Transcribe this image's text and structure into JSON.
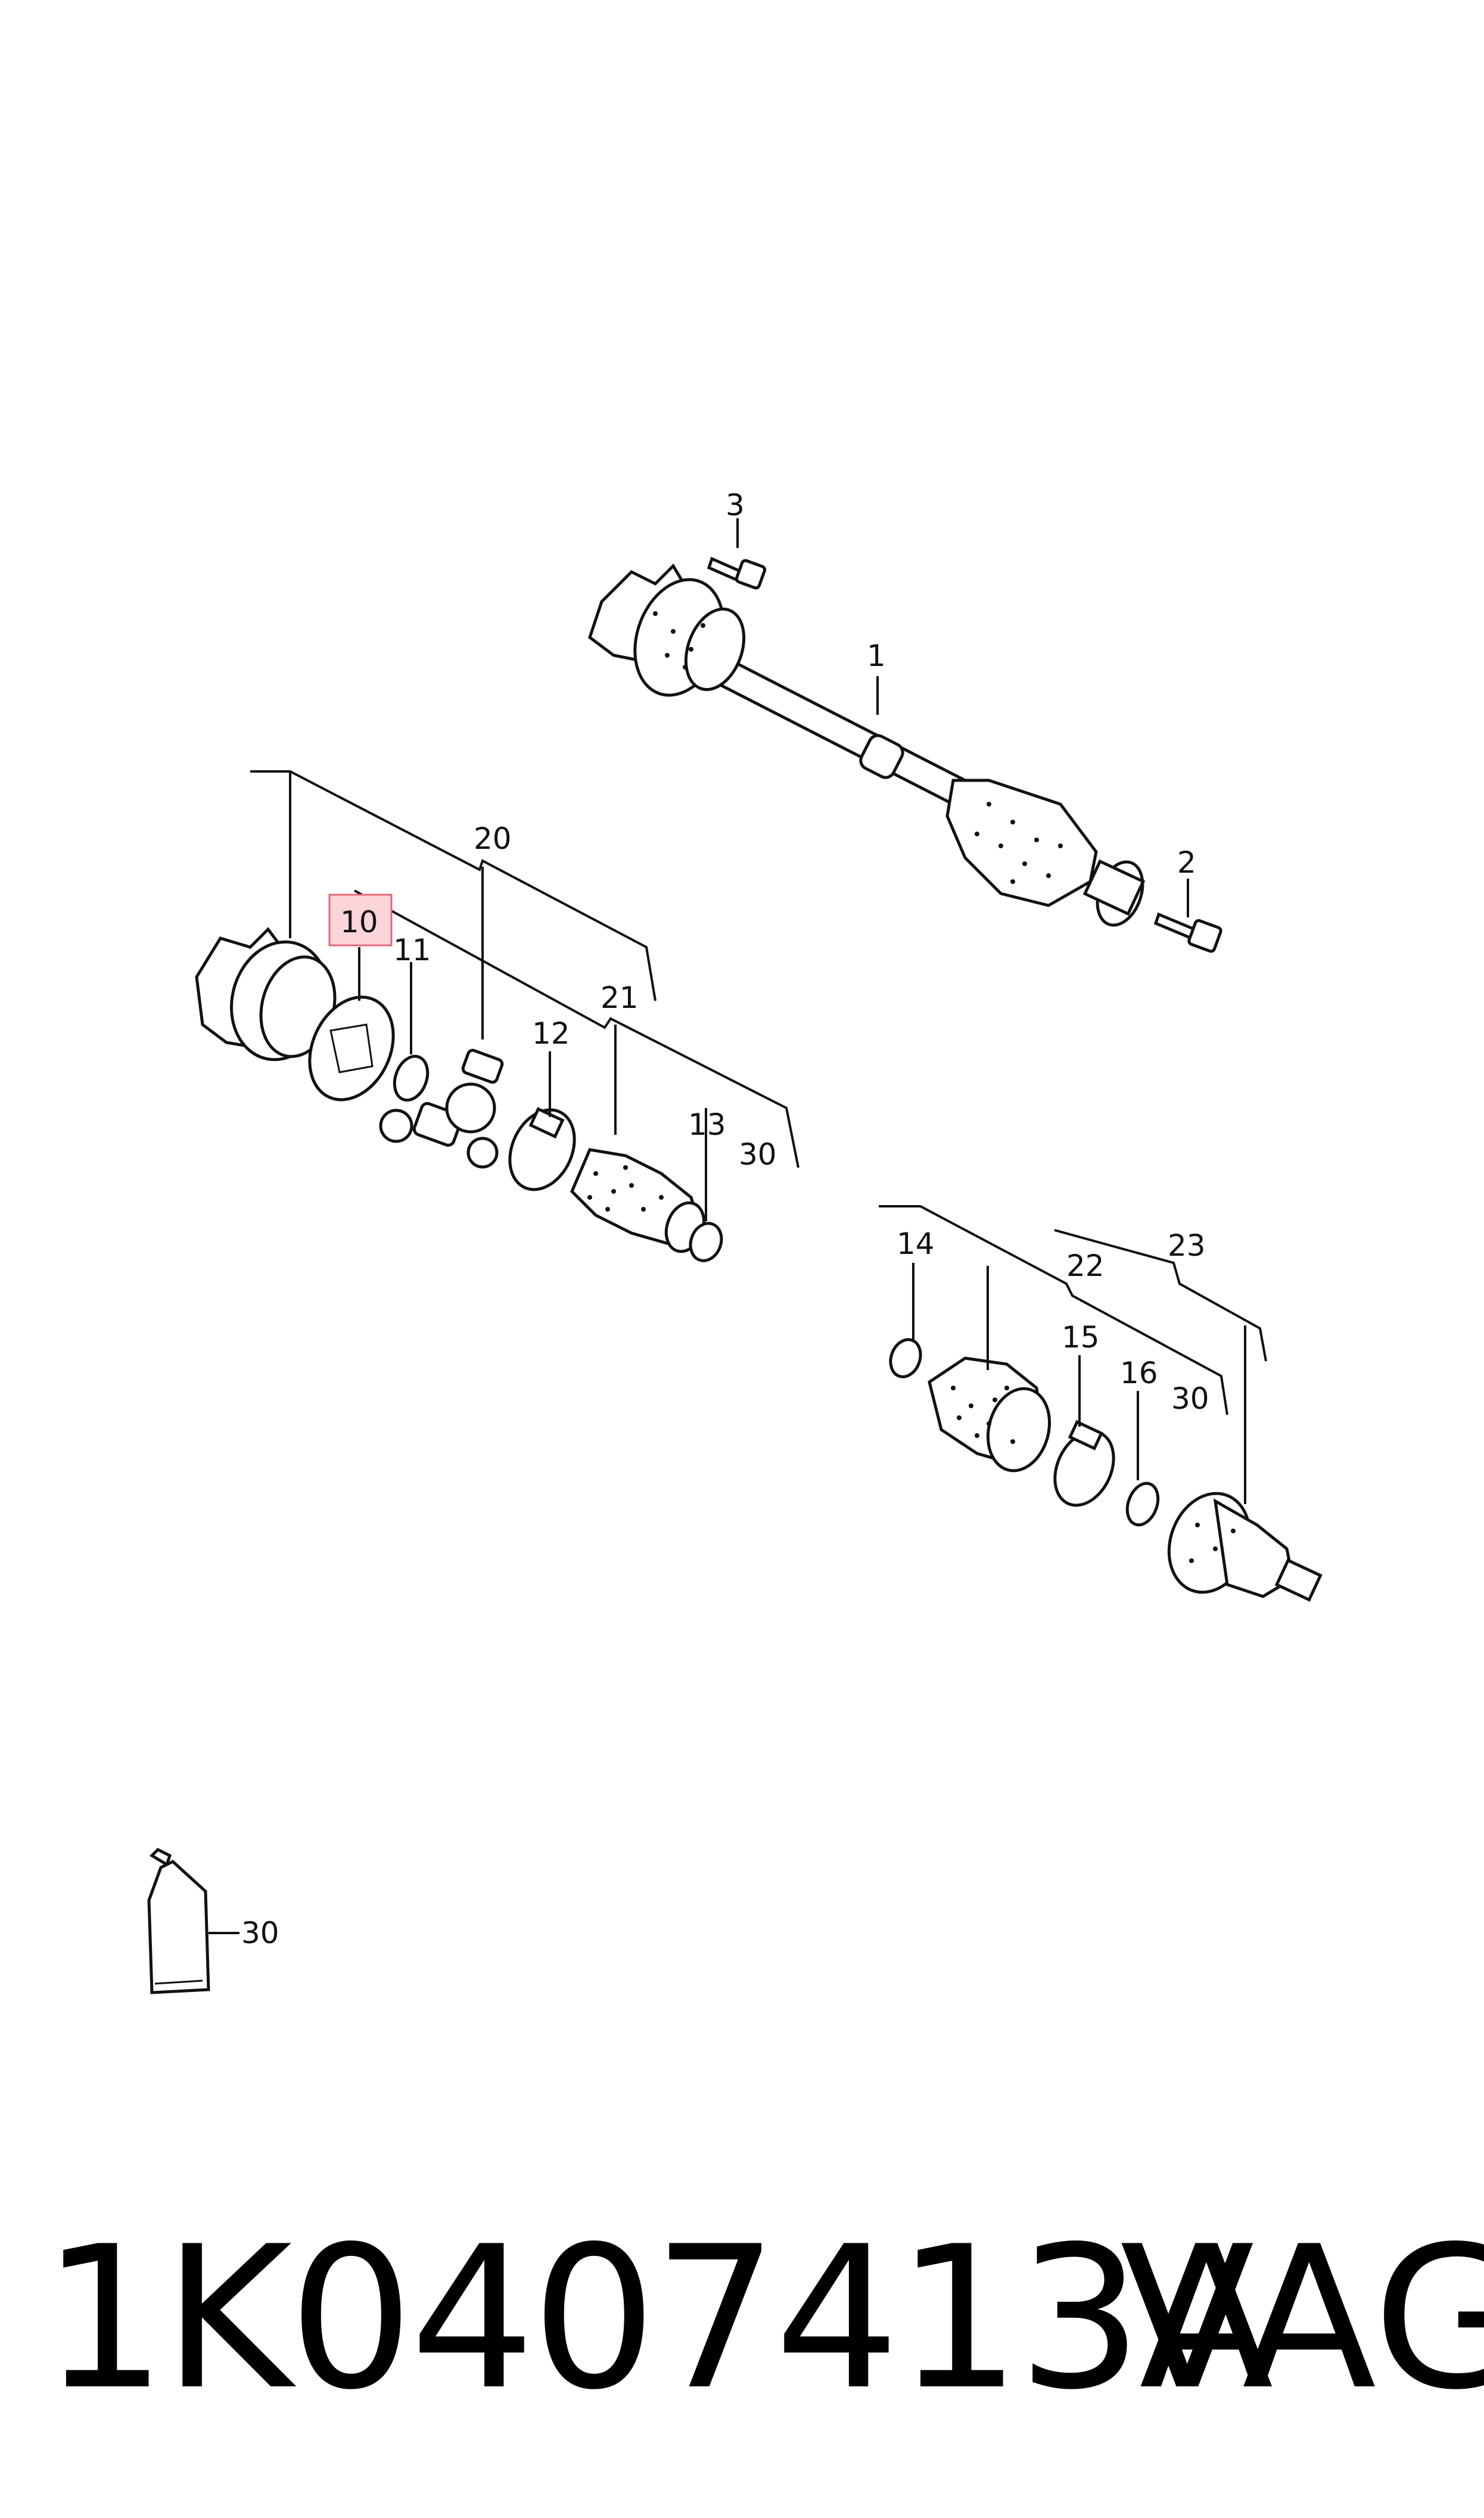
{
  "colors": {
    "highlight_fill": "#fbd5da",
    "highlight_stroke": "#e06a78",
    "line": "#111111"
  },
  "labels": {
    "l1": "1",
    "l2": "2",
    "l3": "3",
    "l10": "10",
    "l11": "11",
    "l12": "12",
    "l13": "13",
    "l14": "14",
    "l15": "15",
    "l16": "16",
    "l20": "20",
    "l21": "21",
    "l22": "22",
    "l23": "23",
    "l30a": "30",
    "l30b": "30",
    "l30c": "30"
  },
  "footer": {
    "part_number": "1K0407413A",
    "brand": "VAG"
  }
}
